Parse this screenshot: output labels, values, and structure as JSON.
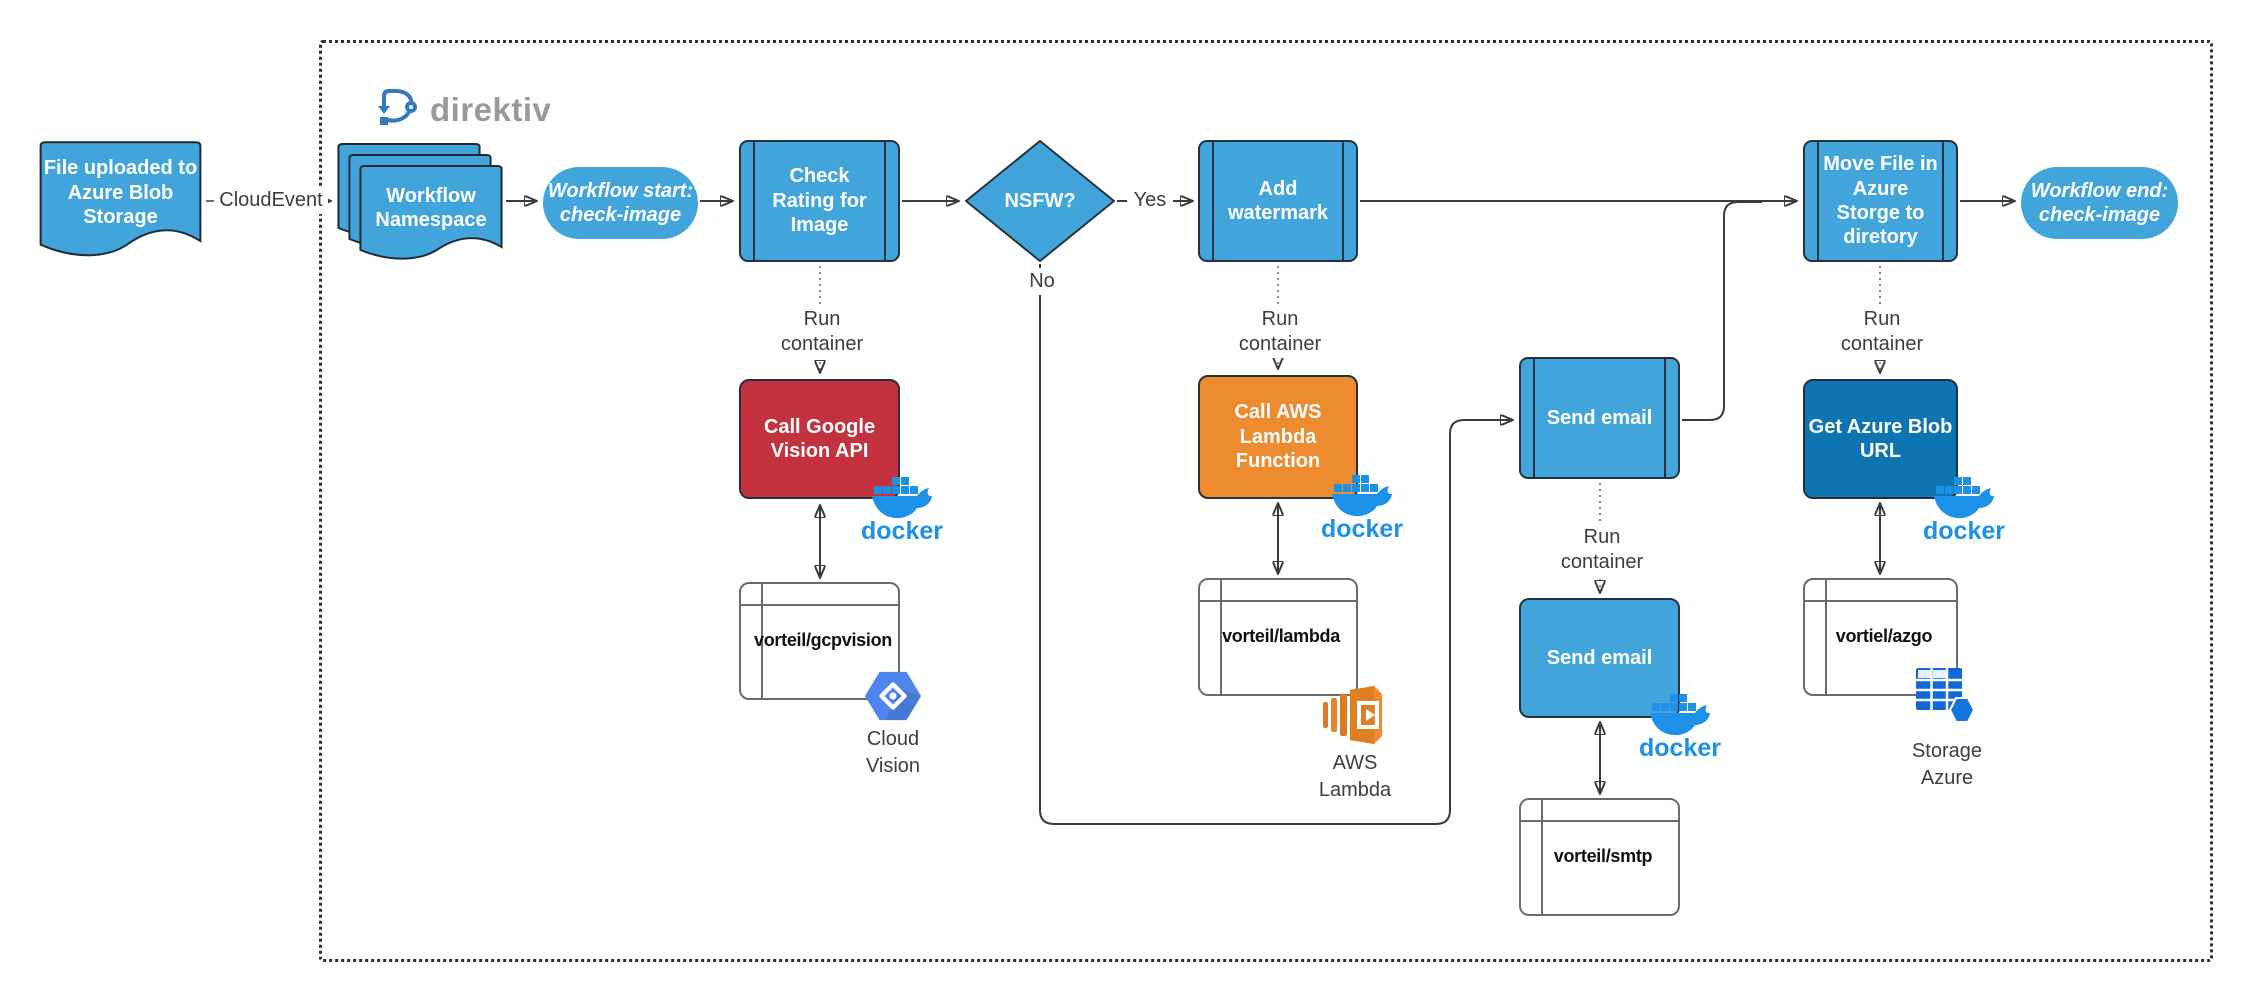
{
  "brand": {
    "name": "direktiv"
  },
  "nodes": {
    "file_upload": "File uploaded to\nAzure Blob\nStorage",
    "workflow_namespace": "Workflow\nNamespace",
    "workflow_start": "Workflow start:\ncheck-image",
    "check_rating": "Check\nRating for\nImage",
    "nsfw_decision": "NSFW?",
    "add_watermark": "Add\nwatermark",
    "move_file": "Move File in\nAzure\nStorge to\ndiretory",
    "workflow_end": "Workflow end:\ncheck-image",
    "call_google_vision": "Call Google\nVision API",
    "call_aws_lambda": "Call AWS\nLambda\nFunction",
    "send_email_step": "Send email",
    "send_email_container": "Send email",
    "get_azure_blob": "Get Azure Blob\nURL",
    "container_gcpvision": "vorteil/gcpvision",
    "container_lambda": "vorteil/lambda",
    "container_smtp": "vorteil/smtp",
    "container_azgo": "vortiel/azgo"
  },
  "edges": {
    "cloudevent": "CloudEvent",
    "yes": "Yes",
    "no": "No",
    "run_container": "Run container"
  },
  "captions": {
    "docker": "docker",
    "cloud_vision": "Cloud\nVision",
    "aws_lambda": "AWS\nLambda",
    "storage_azure": "Storage\nAzure"
  },
  "colors": {
    "node_blue": "#41A5DC",
    "dark_blue": "#0F74B2",
    "red": "#C5323F",
    "orange": "#EC8B2F",
    "docker_blue": "#1D90E8",
    "gcp_blue": "#4E86EC",
    "azure_blue": "#1068D8",
    "line": "#3b3b3b"
  }
}
